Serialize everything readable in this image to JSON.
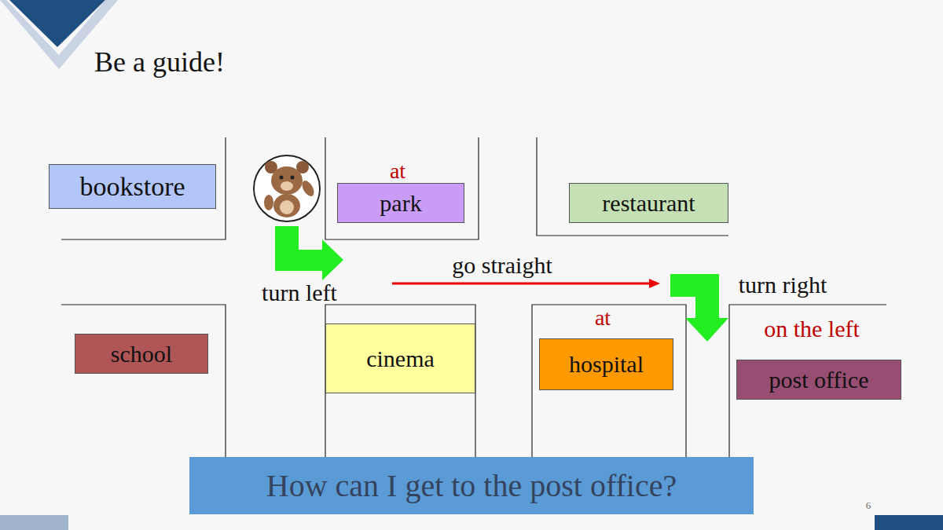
{
  "diagram": {
    "title": "Be a guide!",
    "nodes": [
      {
        "text": [
          "bookstore"
        ]
      },
      {
        "text": [
          "park"
        ]
      },
      {
        "text": [
          "restaurant"
        ]
      },
      {
        "text": [
          "school"
        ]
      },
      {
        "text": [
          "cinema"
        ]
      },
      {
        "text": [
          "hospital"
        ]
      },
      {
        "text": [
          "post office"
        ]
      },
      {
        "text": [
          "How can I get to the post office?"
        ]
      }
    ],
    "labels": [
      "at",
      "turn left",
      "go straight",
      "turn right",
      "at",
      "on the left",
      "6"
    ]
  }
}
